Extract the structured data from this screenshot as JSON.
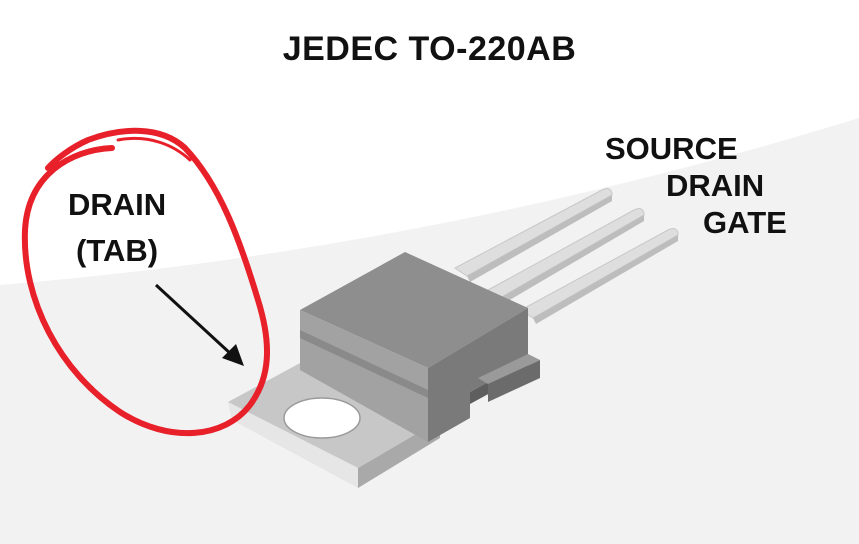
{
  "title": "JEDEC TO-220AB",
  "pins": {
    "source": "SOURCE",
    "drain": "DRAIN",
    "gate": "GATE"
  },
  "tab_callout": {
    "line1": "DRAIN",
    "line2": "(TAB)"
  },
  "colors": {
    "highlight": "#e8202a",
    "text": "#111111",
    "body": "#8f8f8f",
    "tab": "#c4c4c4",
    "lead": "#d9d9d9"
  }
}
